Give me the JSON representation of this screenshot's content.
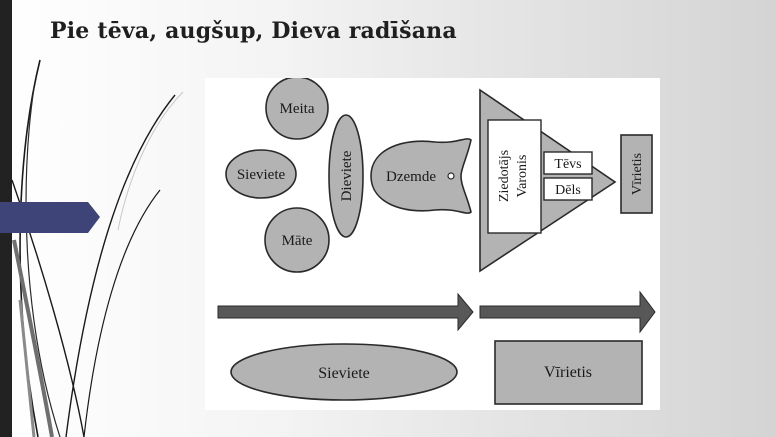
{
  "slide": {
    "title": "Pie tēva, augšup, Dieva radīšana"
  },
  "diagram": {
    "nodes": {
      "meita": "Meita",
      "sieviete_small": "Sieviete",
      "mate": "Māte",
      "dieviete": "Dieviete",
      "dzemde": "Dzemde",
      "ziedotajs": "Ziedotājs",
      "varonis": "Varonis",
      "tevs": "Tēvs",
      "dels": "Dēls",
      "virietis_small": "Vīrietis",
      "sieviete_bottom": "Sieviete",
      "virietis_bottom": "Vīrietis"
    }
  },
  "colors": {
    "shape_fill": "#b3b3b3",
    "arrow_fill": "#585858",
    "accent_tab": "#3f4478",
    "stroke": "#2a2a2a"
  }
}
